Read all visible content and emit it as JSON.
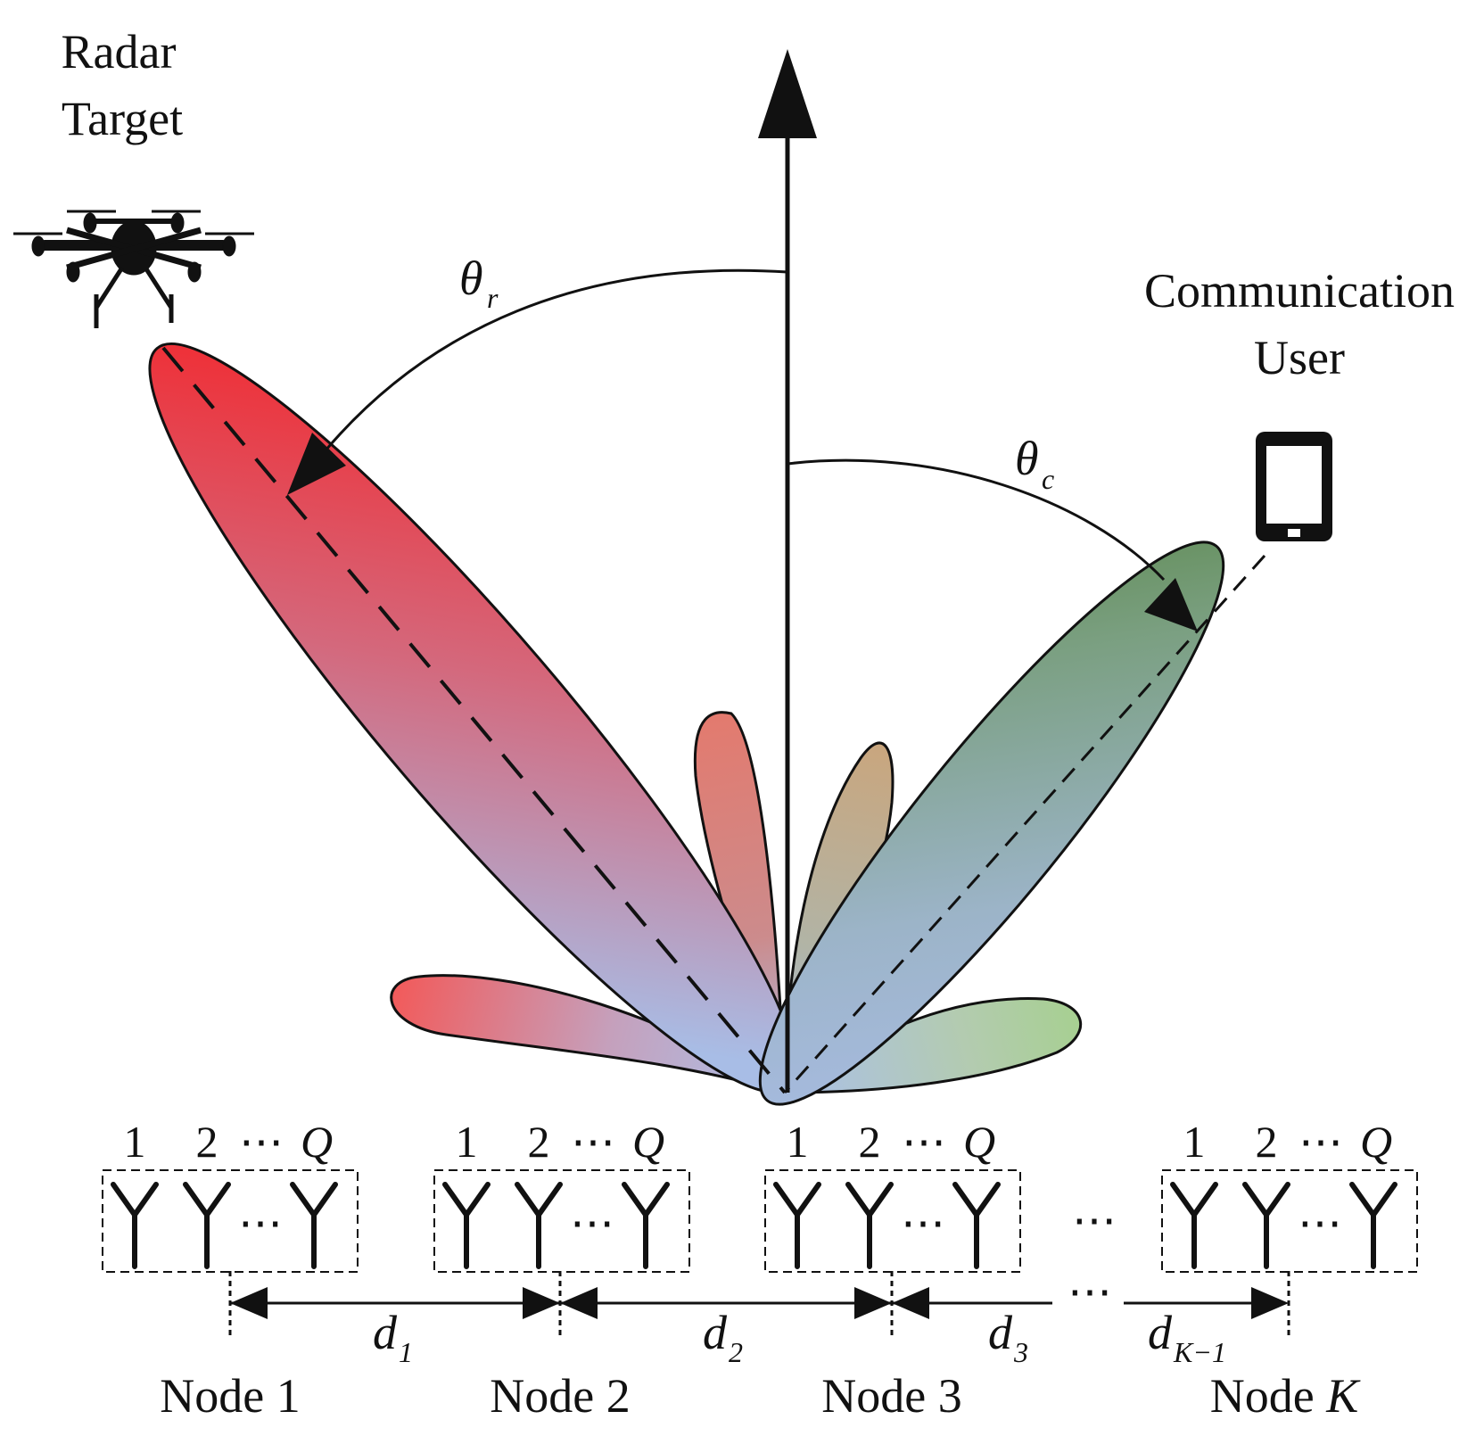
{
  "labels": {
    "radar_line1": "Radar",
    "radar_line2": "Target",
    "comm_line1": "Communication",
    "comm_line2": "User",
    "theta_r": "θ",
    "theta_r_sub": "r",
    "theta_c": "θ",
    "theta_c_sub": "c"
  },
  "nodes": [
    {
      "name": "Node 1",
      "a1": "1",
      "a2": "2",
      "dots": "⋯",
      "aq": "Q"
    },
    {
      "name": "Node 2",
      "a1": "1",
      "a2": "2",
      "dots": "⋯",
      "aq": "Q"
    },
    {
      "name": "Node 3",
      "a1": "1",
      "a2": "2",
      "dots": "⋯",
      "aq": "Q"
    },
    {
      "name_prefix": "Node ",
      "name_k": "K",
      "a1": "1",
      "a2": "2",
      "dots": "⋯",
      "aq": "Q"
    }
  ],
  "node_gap_dots": "⋯",
  "distances": [
    {
      "base": "d",
      "sub": "1"
    },
    {
      "base": "d",
      "sub": "2"
    },
    {
      "base": "d",
      "sub": "3"
    },
    {
      "base": "d",
      "sub": "K−1"
    }
  ],
  "distance_gap_dots": "⋯",
  "colors": {
    "radar": "#f01a1a",
    "comm": "#4e7f36",
    "center": "#a8bde6",
    "stroke": "#111111"
  },
  "icons": [
    "drone-icon",
    "tablet-icon",
    "antenna-icon"
  ]
}
